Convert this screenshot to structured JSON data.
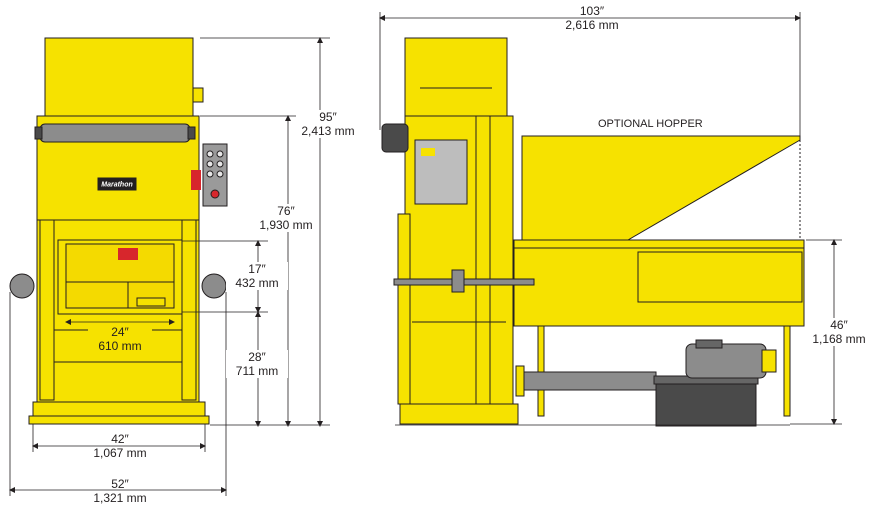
{
  "colors": {
    "machine_yellow": "#f6e200",
    "outline": "#231f20",
    "steel_grey": "#8c8c8c",
    "dark_grey": "#4a4a4a",
    "warning_red": "#d7262c"
  },
  "front_view": {
    "brand_logo": "Marathon",
    "dims": {
      "overall_height": {
        "imperial": "95″",
        "metric": "2,413 mm"
      },
      "body_height": {
        "imperial": "76″",
        "metric": "1,930 mm"
      },
      "opening_height": {
        "imperial": "17″",
        "metric": "432 mm"
      },
      "load_height": {
        "imperial": "28″",
        "metric": "711 mm"
      },
      "opening_width": {
        "imperial": "24″",
        "metric": "610 mm"
      },
      "body_width": {
        "imperial": "42″",
        "metric": "1,067 mm"
      },
      "overall_width": {
        "imperial": "52″",
        "metric": "1,321 mm"
      }
    }
  },
  "side_view": {
    "hopper_label": "OPTIONAL HOPPER",
    "dims": {
      "overall_length": {
        "imperial": "103″",
        "metric": "2,616 mm"
      },
      "hopper_height": {
        "imperial": "46″",
        "metric": "1,168 mm"
      }
    }
  }
}
